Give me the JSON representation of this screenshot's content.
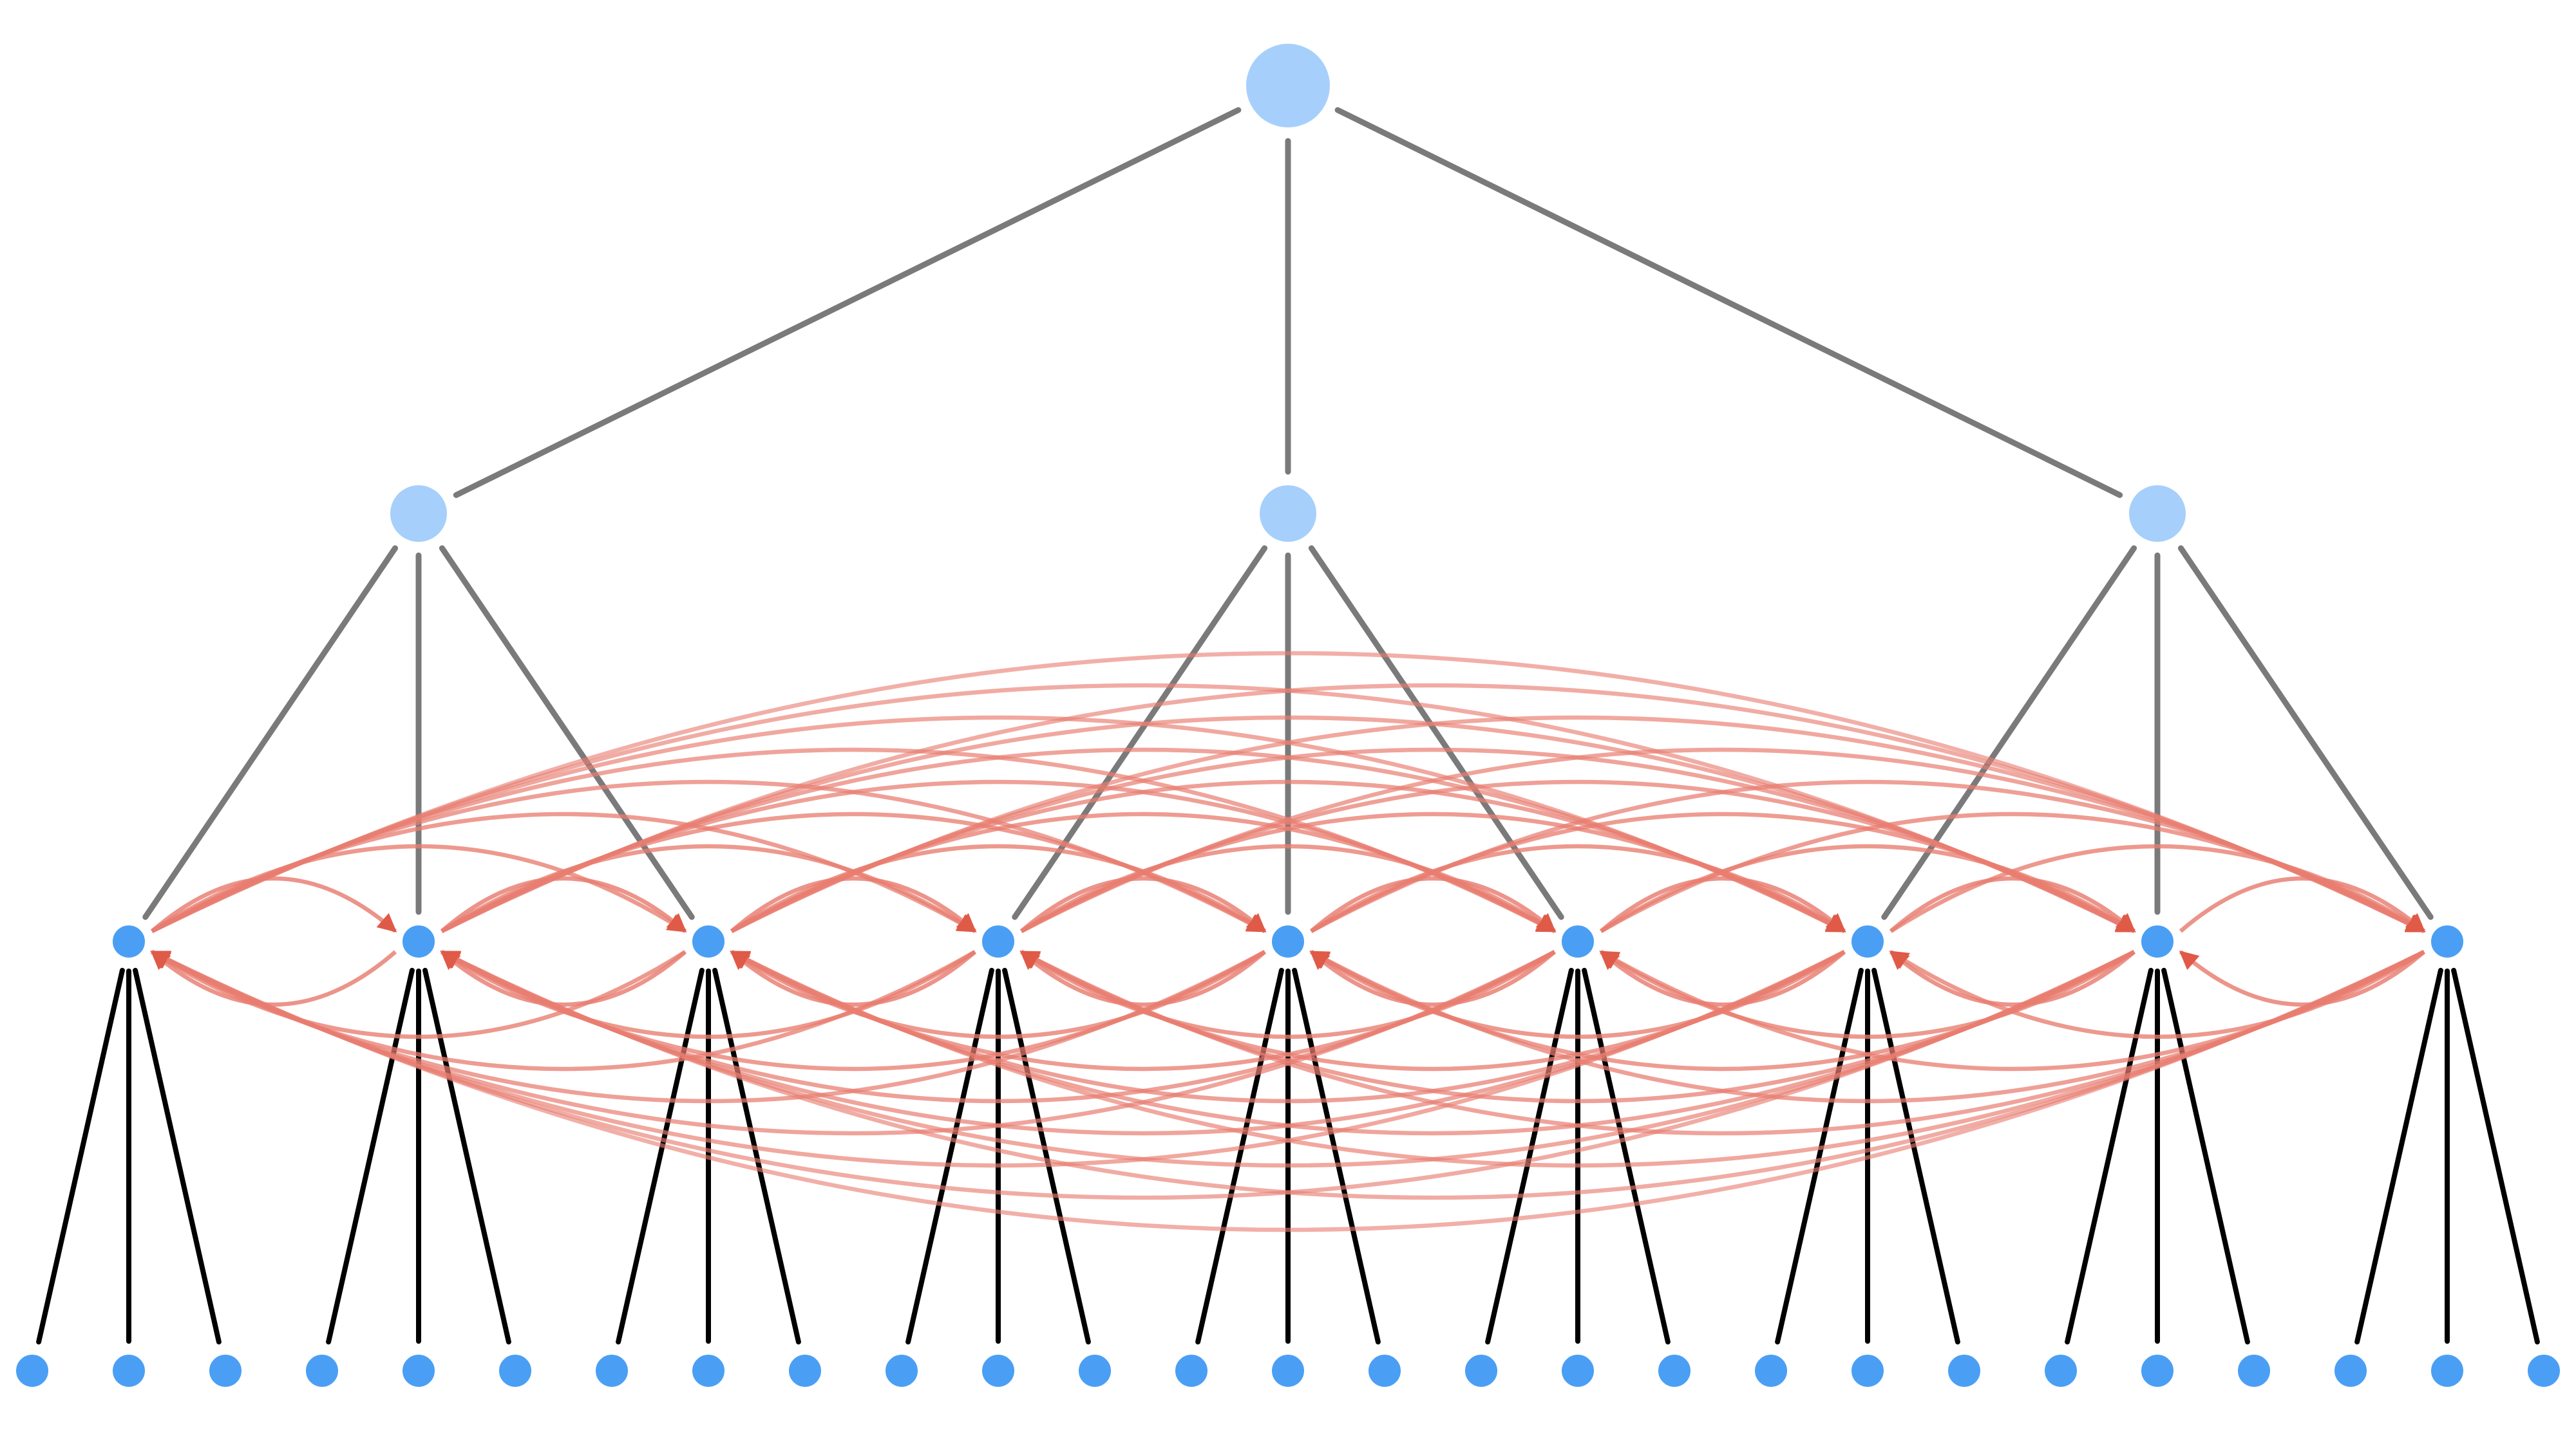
{
  "diagram": {
    "type": "tree-with-lateral-connections",
    "levels": [
      {
        "depth": 0,
        "node_count": 1,
        "icon": "root-node-icon"
      },
      {
        "depth": 1,
        "node_count": 3,
        "icon": "group-node-icon"
      },
      {
        "depth": 2,
        "node_count": 9,
        "icon": "mid-node-icon"
      },
      {
        "depth": 3,
        "node_count": 27,
        "icon": "leaf-node-icon"
      }
    ],
    "branching_factor": 3,
    "lateral_connections": {
      "level_depth": 2,
      "pattern": "all-pairs-bidirectional",
      "arrowheads": true
    }
  },
  "colors": {
    "upper_node": "#a6d0fb",
    "lower_node": "#4a9ff4",
    "node_outline": "#ffffff",
    "tree_edge": "#7a7a7a",
    "leaf_edge": "#000000",
    "lateral_edge": "#e87d70",
    "background": "#ffffff"
  }
}
